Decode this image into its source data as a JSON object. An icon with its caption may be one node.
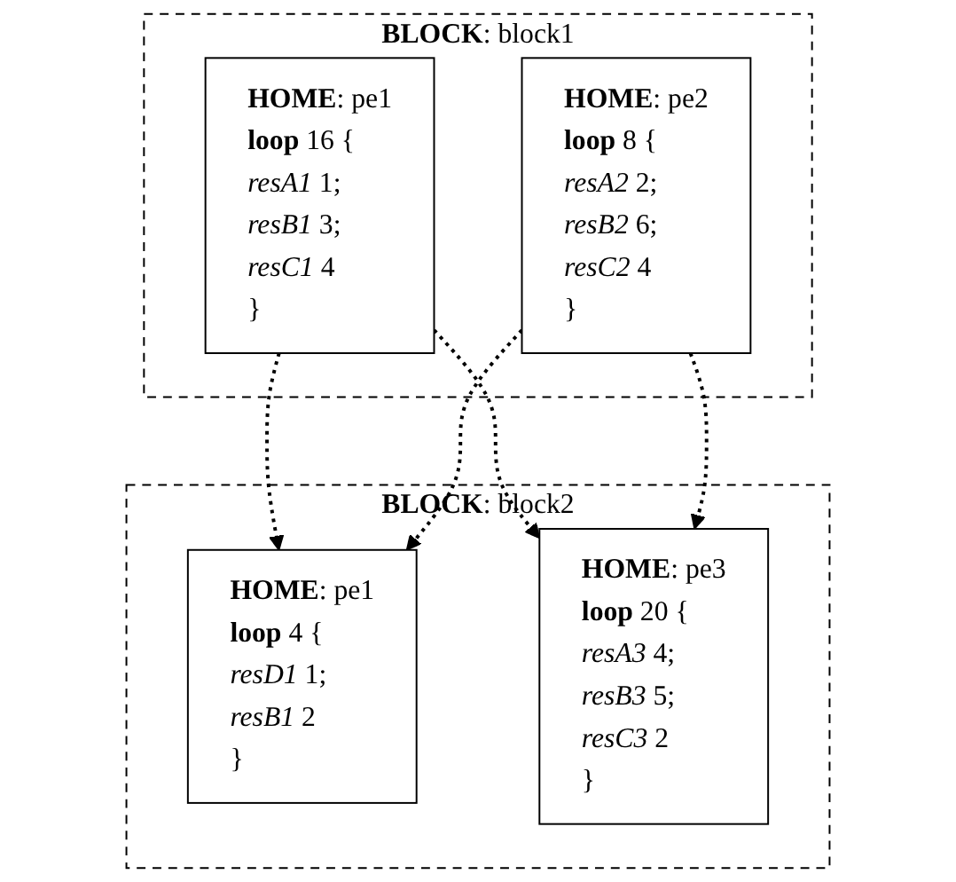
{
  "diagram": {
    "nodes": [
      {
        "text": [
          "**BLOCK**: block1"
        ]
      },
      {
        "text": [
          "**HOME**: pe1",
          "**loop** 16 {",
          "*resA1* 1;",
          "*resB1* 3;",
          "*resC1* 4",
          "}"
        ],
        "in": 0
      },
      {
        "text": [
          "**HOME**: pe2",
          "**loop** 8 {",
          "*resA2* 2;",
          "*resB2* 6;",
          "*resC2* 4",
          "}"
        ],
        "in": 0
      },
      {
        "text": [
          "**BLOCK**: block2"
        ]
      },
      {
        "text": [
          "**HOME**: pe1",
          "**loop** 4 {",
          "*resD1* 1;",
          "*resB1* 2",
          "}"
        ],
        "in": 3
      },
      {
        "text": [
          "**HOME**: pe3",
          "**loop** 20 {",
          "*resA3* 4;",
          "*resB3* 5;",
          "*resC3* 2",
          "}"
        ],
        "in": 3
      }
    ],
    "edges": [
      {
        "from": 1,
        "to": 4,
        "arrow": "to",
        "style": "dashed"
      },
      {
        "from": 1,
        "to": 5,
        "arrow": "to",
        "style": "dashed"
      },
      {
        "from": 2,
        "to": 4,
        "arrow": "to",
        "style": "dashed"
      },
      {
        "from": 2,
        "to": 5,
        "arrow": "to",
        "style": "dashed"
      }
    ]
  }
}
